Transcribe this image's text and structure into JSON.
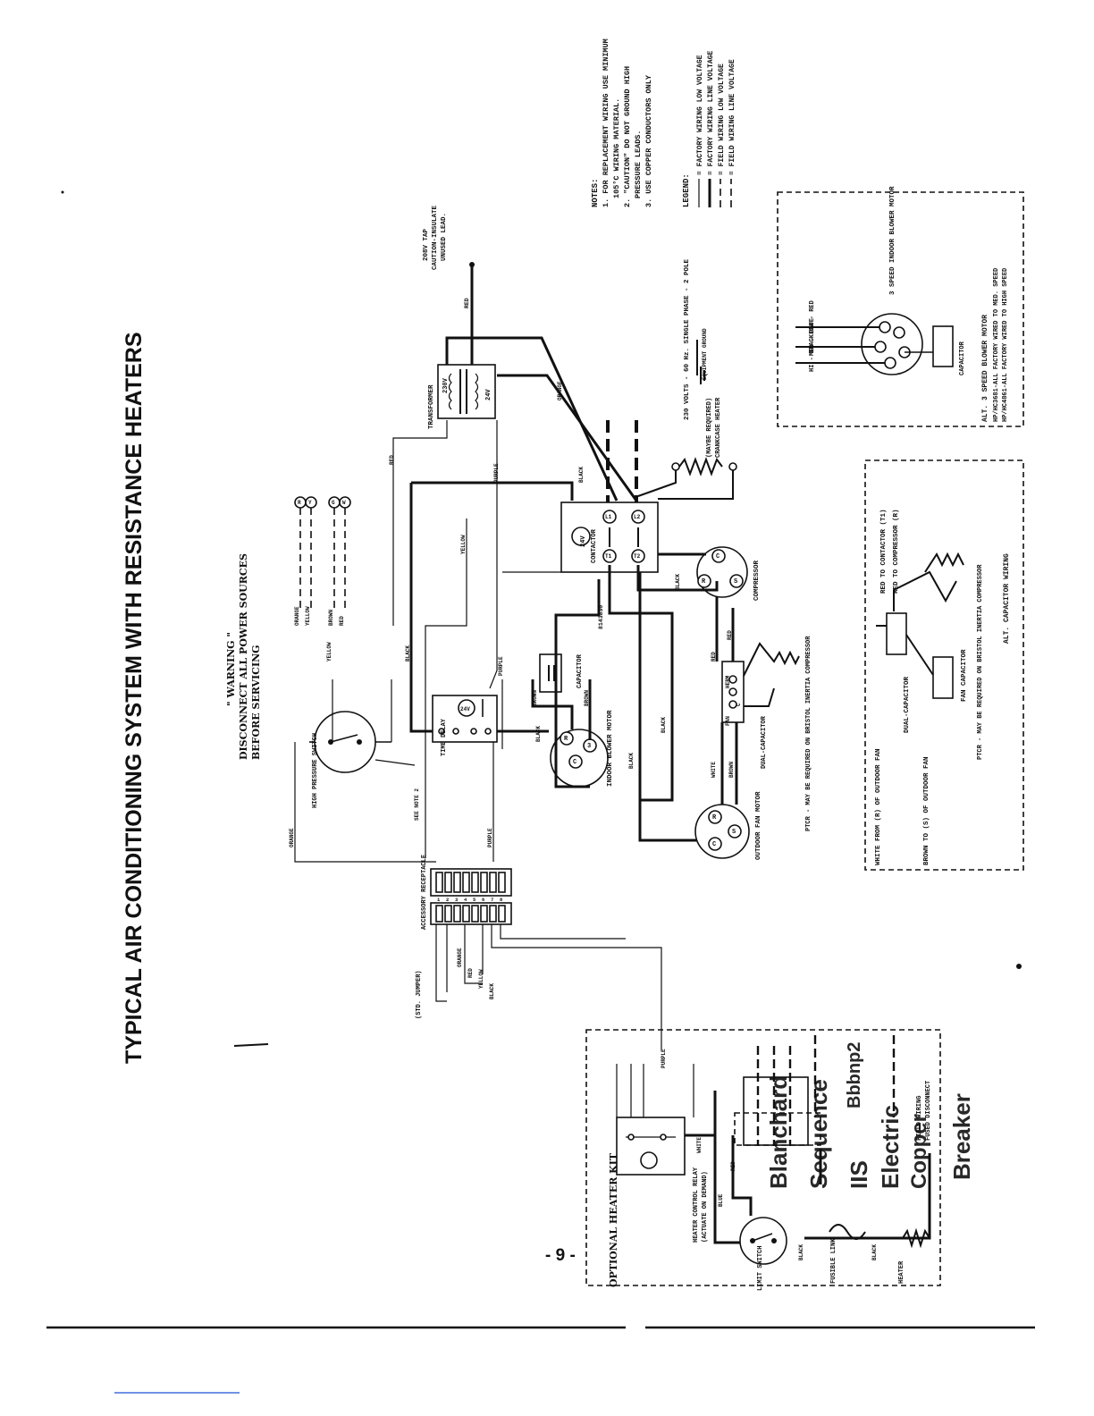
{
  "title": "TYPICAL AIR CONDITIONING SYSTEM WITH RESISTANCE HEATERS",
  "page_number": "- 9 -",
  "warning": {
    "heading": "\" WARNING \"",
    "line1": "DISCONNECT ALL POWER SOURCES",
    "line2": "BEFORE SERVICING"
  },
  "notes": {
    "heading": "NOTES:",
    "items": [
      "1. FOR REPLACEMENT WIRING USE MINIMUM",
      "105°C WIRING MATERIAL.",
      "2. \"CAUTION\" DO NOT GROUND HIGH",
      "PRESSURE LEADS.",
      "3. USE COPPER CONDUCTORS ONLY"
    ]
  },
  "legend": {
    "heading": "LEGEND:",
    "items": [
      "= FACTORY WIRING LOW VOLTAGE",
      "= FACTORY WIRING LINE VOLTAGE",
      "= FIELD WIRING LOW VOLTAGE",
      "= FIELD WIRING LINE VOLTAGE"
    ]
  },
  "components": {
    "transformer": "TRANSFORMER",
    "transformer_24v": "24V",
    "transformer_230v": "230V",
    "contactor": "CONTACTOR",
    "contactor_coil": "24V",
    "contactor_terminals": [
      "L1",
      "L2",
      "T1",
      "T2"
    ],
    "compressor": "COMPRESSOR",
    "compressor_terminals": [
      "C",
      "R",
      "S"
    ],
    "time_delay": "TIME DELAY",
    "time_delay_coil": "24V",
    "indoor_motor": "INDOOR BLOWER MOTOR",
    "indoor_motor_terminals": [
      "C",
      "R",
      "3"
    ],
    "capacitor": "CAPACITOR",
    "outdoor_fan": "OUTDOOR FAN MOTOR",
    "outdoor_fan_terminals": [
      "C",
      "R",
      "S"
    ],
    "dual_capacitor": "DUAL-CAPACITOR",
    "dual_cap_terminals": [
      "FAN",
      "HERM",
      "C"
    ],
    "high_pressure_switch": "HIGH PRESSURE SWITCH",
    "see_note": "SEE NOTE 2",
    "accessory_receptacle": "ACCESSORY RECEPTACLE",
    "receptacle_pins": [
      "1",
      "2",
      "3",
      "4",
      "5",
      "6",
      "7",
      "8"
    ],
    "crankcase_heater": "CRANKCASE HEATER",
    "crankcase_note": "(MAYBE REQUIRED)",
    "power_supply": "230 VOLTS - 60 Hz. SINGLE PHASE - 2 POLE",
    "ground": "EQUIPMENT GROUND",
    "tap_note_1": "208V TAP",
    "tap_note_2": "CAUTION-INSULATE",
    "tap_note_3": "UNUSED LEAD.",
    "part_no": "8143830",
    "ptcr_note": "PTCR - MAY BE REQUIRED ON BRISTOL INERTIA COMPRESSOR",
    "std_jumper": "(STD. JUMPER)",
    "terminals_r": [
      "R",
      "Y"
    ],
    "terminals_g": [
      "G",
      "W"
    ]
  },
  "wires": {
    "red": "RED",
    "black": "BLACK",
    "orange": "ORANGE",
    "yellow": "YELLOW",
    "brown": "BROWN",
    "purple": "PURPLE",
    "white": "WHITE",
    "blue": "BLUE",
    "hi_black": "HI - BLACK",
    "med_blue": "MED - BLUE",
    "low_red": "LOW - RED"
  },
  "blower_inset": {
    "motor": "3 SPEED INDOOR BLOWER MOTOR",
    "capacitor": "CAPACITOR",
    "caption": "ALT. 3 SPEED BLOWER MOTOR",
    "note1": "HP/HC3681-ALL FACTORY WIRED TO MED. SPEED",
    "note2": "HP/HC4861-ALL FACTORY WIRED TO HIGH SPEED"
  },
  "alt_cap_inset": {
    "caption": "ALT. CAPACITOR WIRING",
    "line1": "WHITE FROM (R) OF OUTDOOR FAN",
    "line2": "BROWN TO (S) OF OUTDOOR FAN",
    "line3": "RED TO CONTACTOR (T1)",
    "line4": "RED TO COMPRESSOR (R)",
    "dual": "DUAL-CAPACITOR",
    "fan_cap": "FAN CAPACITOR",
    "ptcr": "PTCR - MAY BE REQUIRED ON BRISTOL INERTIA COMPRESSOR"
  },
  "heater_kit": {
    "label": "OPTIONAL HEATER KIT",
    "relay": "HEATER CONTROL RELAY",
    "relay_note": "(ACTUATE ON DEMAND)",
    "limit_switch": "LIMIT SWITCH",
    "fusible_link": "FUSIBLE LINK",
    "heater": "HEATER",
    "field_wiring": "FIELD WIRING",
    "fused_disconnect": "FUSED DISCONNECT",
    "breaker_label": "Breaker",
    "watermark": [
      "Blanchard",
      "Sequence",
      "IIS",
      "Electric",
      "Copper",
      "Bbbnp2"
    ]
  },
  "colors": {
    "ink": "#111111",
    "paper": "#ffffff",
    "link": "#1a4fd6"
  }
}
